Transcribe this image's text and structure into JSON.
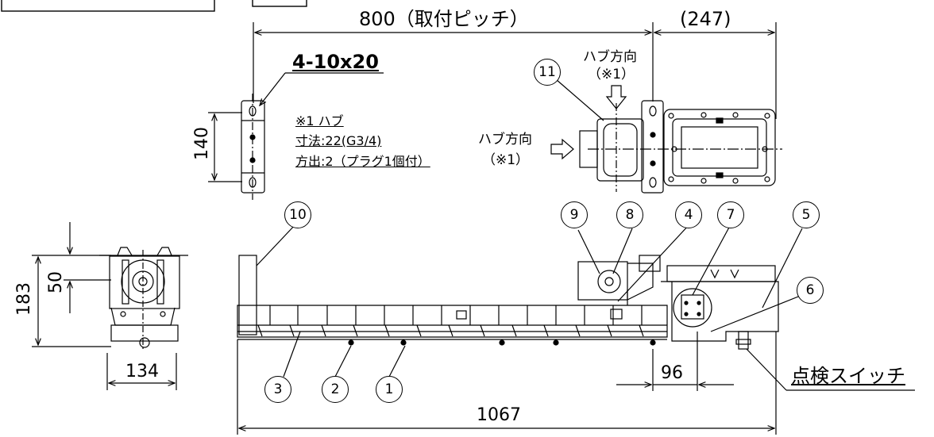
{
  "dimensions": {
    "pitch": "800（取付ピッチ）",
    "side_extent": "(247)",
    "bracket_height": "140",
    "end_height_total": "183",
    "end_height_part": "50",
    "end_width": "134",
    "total_length": "1067",
    "switch_offset": "96"
  },
  "hole_spec": "4-10x20",
  "note": {
    "line1": "※1 ハブ",
    "line2": "寸法:22(G3/4)",
    "line3": "方出:2（プラグ1個付）"
  },
  "hub_direction": {
    "top_label": "ハブ方向",
    "top_ref": "（※1）",
    "side_label": "ハブ方向",
    "side_ref": "（※1）"
  },
  "inspection_switch": "点検スイッチ",
  "callouts": [
    "1",
    "2",
    "3",
    "4",
    "5",
    "6",
    "7",
    "8",
    "9",
    "10",
    "11"
  ],
  "colors": {
    "line": "#000000",
    "background": "#ffffff"
  }
}
